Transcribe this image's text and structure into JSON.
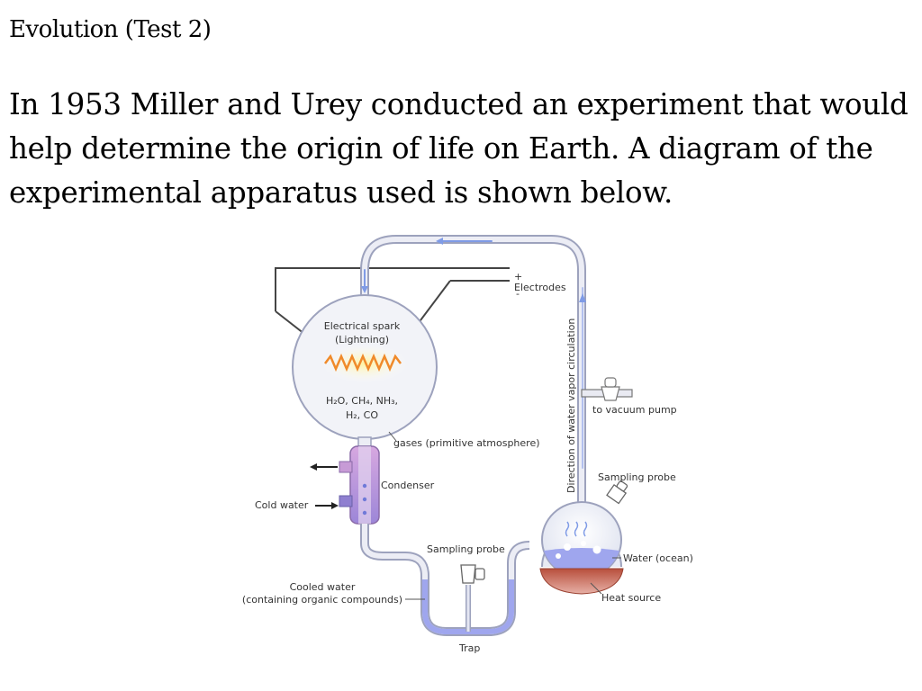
{
  "slide": {
    "title": "Evolution (Test 2)",
    "body_lines": [
      "In 1953 Miller and Urey conducted an experiment that would",
      "help determine the origin of life on Earth.  A diagram of the",
      "experimental apparatus used is shown below."
    ]
  },
  "diagram": {
    "labels": {
      "electrodes": "Electrodes",
      "plus": "+",
      "minus": "-",
      "spark_1": "Electrical spark",
      "spark_2": "(Lightning)",
      "gases_1": "H₂O, CH₄, NH₃,",
      "gases_2": "H₂, CO",
      "gases_atmosphere": "gases (primitive atmosphere)",
      "condenser": "Condenser",
      "cold_water": "Cold water",
      "sampling_probe_trap": "Sampling probe",
      "sampling_probe_flask": "Sampling probe",
      "cooled_water_1": "Cooled water",
      "cooled_water_2": "(containing organic compounds)",
      "trap": "Trap",
      "vacuum_pump": "to vacuum pump",
      "circulation": "Direction of water vapor circulation",
      "water_ocean": "Water (ocean)",
      "heat_source": "Heat source"
    },
    "colors": {
      "glass": "#a6aac6",
      "water": "#9fa6ee",
      "condenser": "#c793d0",
      "spark": "#f08a2a",
      "heat": "#c65a4a",
      "arrow": "#7f9be6"
    }
  }
}
